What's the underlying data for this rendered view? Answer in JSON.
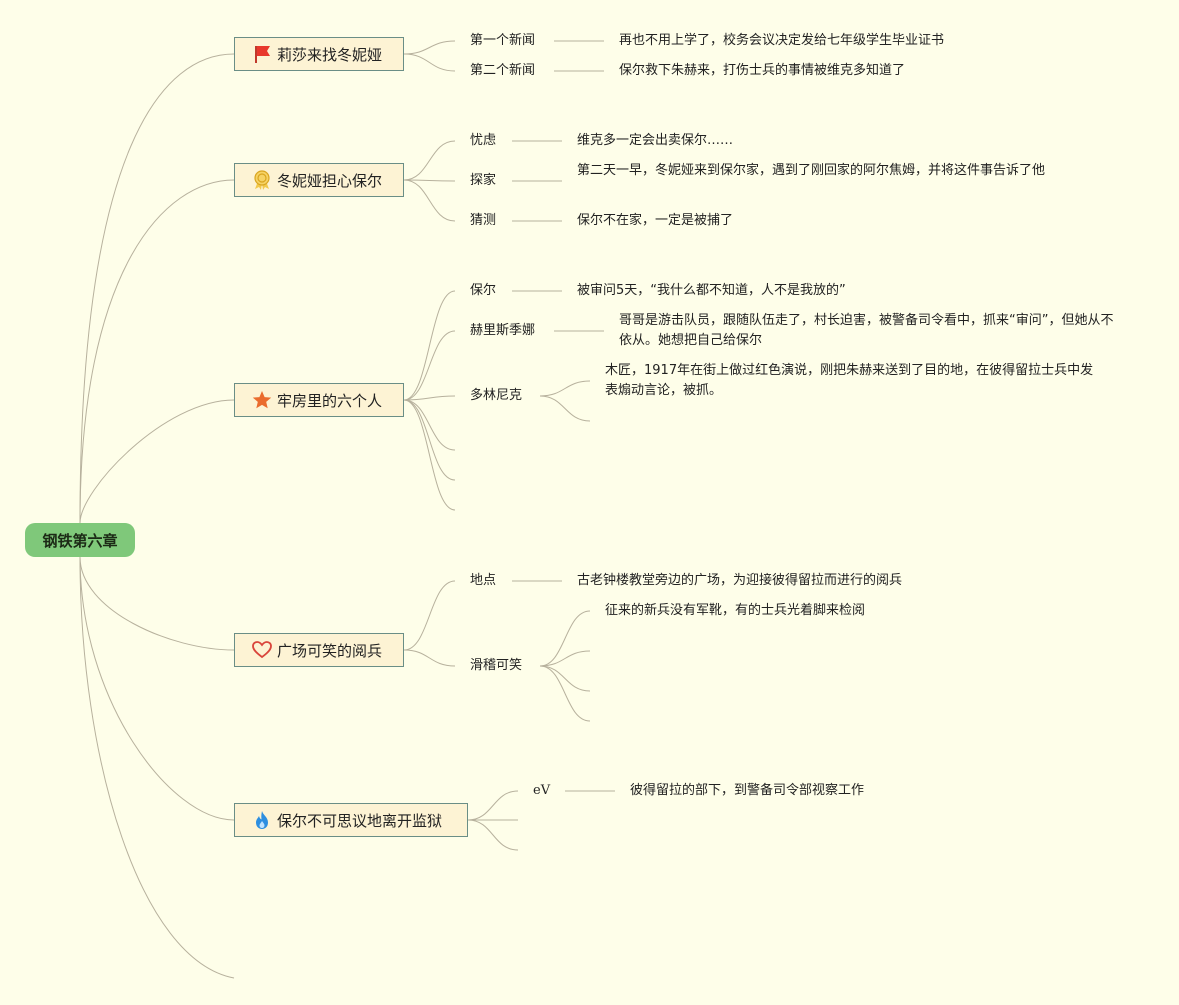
{
  "root": {
    "label": "钢铁第六章"
  },
  "topics": [
    {
      "label": "莉莎来找冬妮娅",
      "icon": "red-flag-icon",
      "subs": [
        {
          "label": "第一个新闻",
          "detail": "再也不用上学了，校务会议决定发给七年级学生毕业证书"
        },
        {
          "label": "第二个新闻",
          "detail": "保尔救下朱赫来，打伤士兵的事情被维克多知道了"
        }
      ]
    },
    {
      "label": "冬妮娅担心保尔",
      "icon": "award-ribbon-icon",
      "subs": [
        {
          "label": "忧虑",
          "detail": "维克多一定会出卖保尔……"
        },
        {
          "label": "探家",
          "detail": "第二天一早，冬妮娅来到保尔家，遇到了刚回家的阿尔焦姆，并将这件事告诉了他"
        },
        {
          "label": "猜测",
          "detail": "保尔不在家，一定是被捕了"
        }
      ]
    },
    {
      "label": "牢房里的六个人",
      "icon": "star-icon",
      "subs": [
        {
          "label": "保尔",
          "detail": "被审问5天，“我什么都不知道，人不是我放的”"
        },
        {
          "label": "赫里斯季娜",
          "detail": "哥哥是游击队员，跟随队伍走了，村长迫害，被警备司令看中，抓来“审问”，但她从不依从。她想把自己给保尔"
        },
        {
          "label": "多林尼克",
          "detail": "木匠，1917年在街上做过红色演说，刚把朱赫来送到了目的地，在彼得留拉士兵中发表煽动言论，被抓。"
        }
      ]
    },
    {
      "label": "广场可笑的阅兵",
      "icon": "heart-icon",
      "subs": [
        {
          "label": "地点",
          "detail": "古老钟楼教堂旁边的广场，为迎接彼得留拉而进行的阅兵"
        },
        {
          "label": "滑稽可笑",
          "detail": "征来的新兵没有军靴，有的士兵光着脚来检阅"
        }
      ]
    },
    {
      "label": "保尔不可思议地离开监狱",
      "icon": "flame-icon",
      "subs": [
        {
          "label": "eV",
          "detail": "彼得留拉的部下，到警备司令部视察工作"
        }
      ]
    }
  ]
}
